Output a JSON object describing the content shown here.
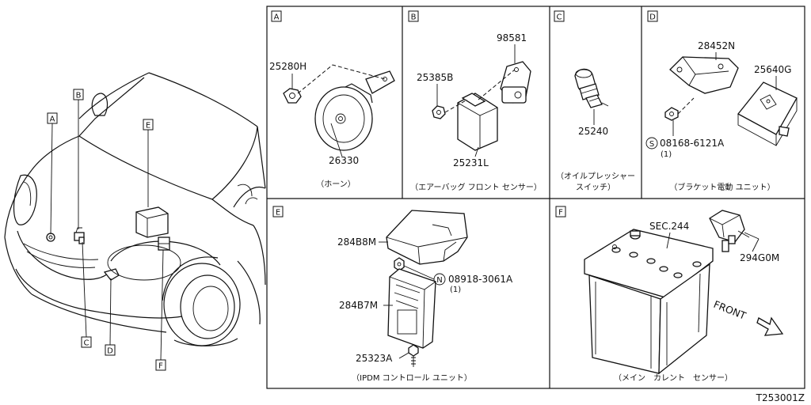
{
  "figure_id": "T253001Z",
  "overview": {
    "callouts": [
      "A",
      "B",
      "C",
      "D",
      "E",
      "F"
    ]
  },
  "panels": {
    "A": {
      "letter": "A",
      "caption": "（ホーン）",
      "parts": [
        "25280H",
        "26330"
      ]
    },
    "B": {
      "letter": "B",
      "caption": "（エアーバッグ フロント センサー）",
      "parts": [
        "98581",
        "25385B",
        "25231L"
      ]
    },
    "C": {
      "letter": "C",
      "caption_line1": "（オイルプレッシャー",
      "caption_line2": "スイッチ）",
      "parts": [
        "25240"
      ]
    },
    "D": {
      "letter": "D",
      "caption": "（ブラケット電動 ユニット）",
      "parts": [
        "28452N",
        "25640G",
        "08168-6121A",
        "(1)"
      ],
      "bolt_symbol": "S"
    },
    "E": {
      "letter": "E",
      "caption": "（IPDM コントロール ユニット）",
      "parts": [
        "284B8M",
        "08918-3061A",
        "(1)",
        "284B7M",
        "25323A"
      ],
      "nut_symbol": "N"
    },
    "F": {
      "letter": "F",
      "caption": "（メイン　カレント　センサー）",
      "parts": [
        "SEC.244",
        "294G0M"
      ],
      "direction_label": "FRONT"
    }
  }
}
